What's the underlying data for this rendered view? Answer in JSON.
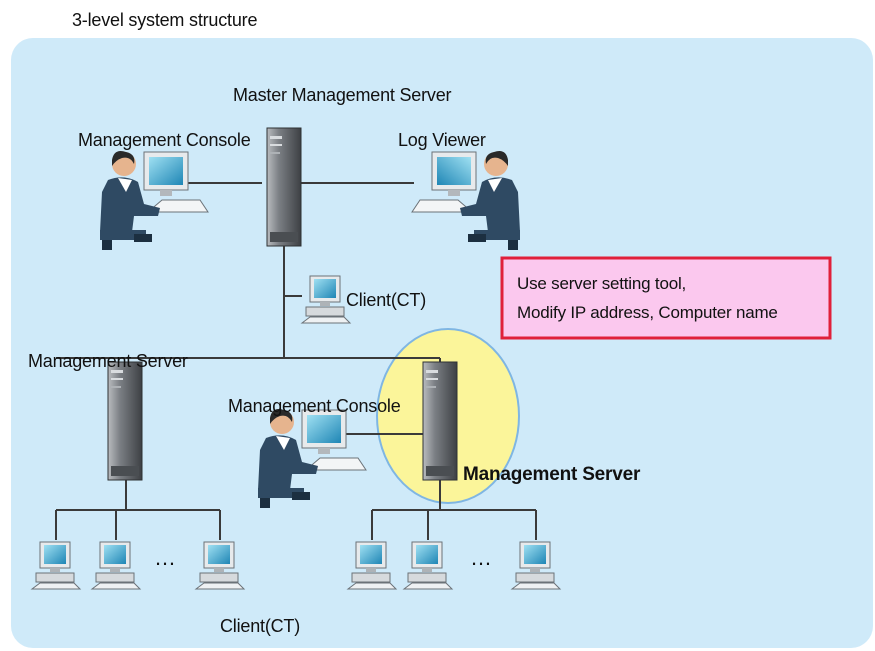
{
  "diagram": {
    "title": "3-level system structure",
    "labels": {
      "master_server": "Master Management Server",
      "console_top": "Management Console",
      "log_viewer": "Log Viewer",
      "client_top": "Client(CT)",
      "mgmt_server_left": "Management Server",
      "console_mid": "Management Console",
      "mgmt_server_right": "Management Server",
      "dots_left": "…",
      "dots_right": "…",
      "client_bottom": "Client(CT)"
    },
    "note": {
      "line1": "Use server setting tool,",
      "line2": "Modify IP address, Computer name"
    }
  },
  "colors": {
    "panel_background": "#cfeaf9",
    "highlight_circle": "#fbf59a",
    "highlight_circle_border": "#7fb6e3",
    "note_background": "#fbc8ee",
    "note_border": "#e0203a",
    "server_body": "#6e7277",
    "person_suit": "#2f4a63",
    "monitor_screen": "#3da6c9"
  }
}
